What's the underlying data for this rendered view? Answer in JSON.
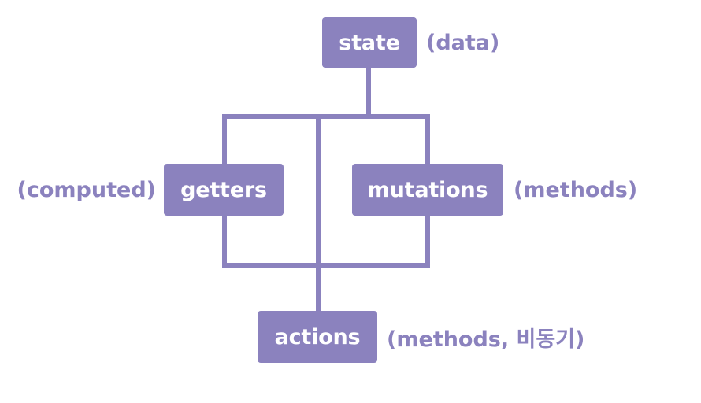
{
  "nodes": {
    "state": {
      "label": "state",
      "note": "(data)"
    },
    "getters": {
      "label": "getters",
      "note": "(computed)"
    },
    "mutations": {
      "label": "mutations",
      "note": "(methods)"
    },
    "actions": {
      "label": "actions",
      "note": "(methods, 비동기)"
    }
  },
  "colors": {
    "box": "#8b82be",
    "box_text": "#ffffff",
    "note_text": "#8b82be",
    "connector": "#8b82be"
  }
}
